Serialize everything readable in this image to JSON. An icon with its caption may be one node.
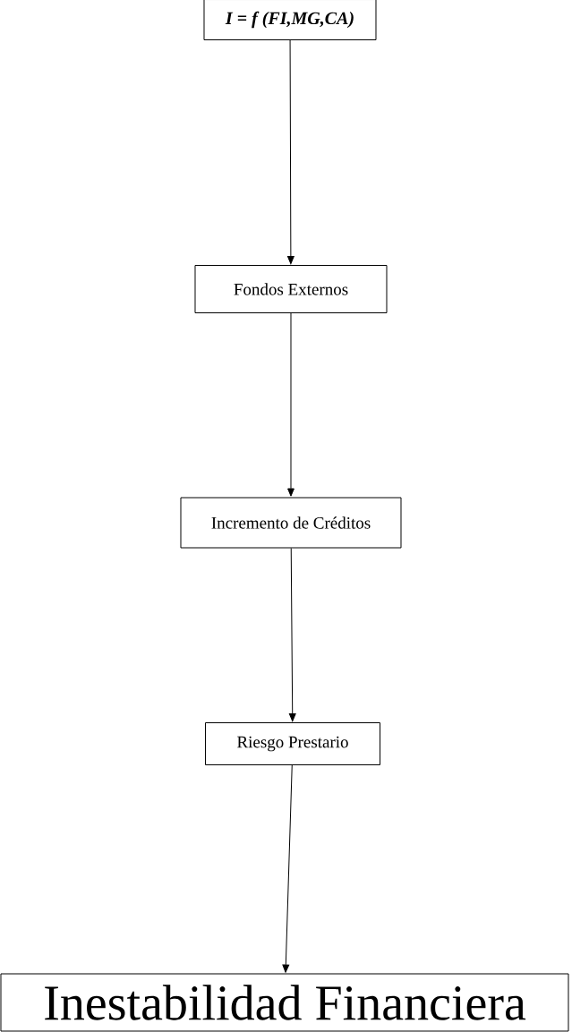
{
  "diagram": {
    "nodes": [
      {
        "text": [
          "I = f (FI,MG,CA)"
        ]
      },
      {
        "text": [
          "Fondos Externos"
        ]
      },
      {
        "text": [
          "Incremento de Créditos"
        ]
      },
      {
        "text": [
          "Riesgo Prestario"
        ]
      },
      {
        "text": [
          "Inestabilidad Financiera"
        ]
      }
    ],
    "edges": [
      {
        "from": 0,
        "to": 1,
        "arrow": "to"
      },
      {
        "from": 1,
        "to": 2,
        "arrow": "to"
      },
      {
        "from": 2,
        "to": 3,
        "arrow": "to"
      },
      {
        "from": 3,
        "to": 4,
        "arrow": "to"
      }
    ]
  }
}
